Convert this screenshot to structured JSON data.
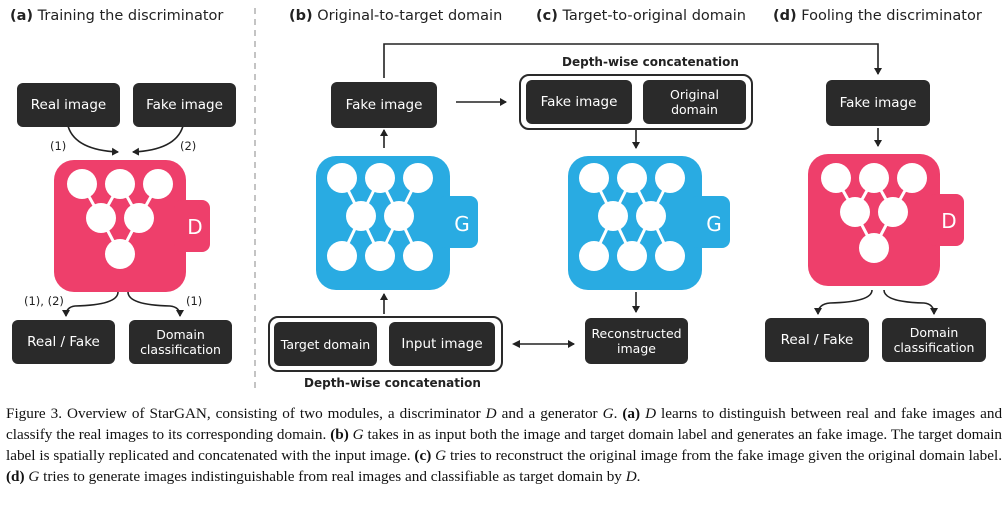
{
  "panels": {
    "a": {
      "letter": "(a)",
      "title": "Training the discriminator"
    },
    "b": {
      "letter": "(b)",
      "title": "Original-to-target domain"
    },
    "c": {
      "letter": "(c)",
      "title": "Target-to-original domain"
    },
    "d": {
      "letter": "(d)",
      "title": "Fooling the discriminator"
    }
  },
  "boxes": {
    "a_real_image": "Real image",
    "a_fake_image": "Fake image",
    "a_real_fake": "Real / Fake",
    "a_domain_classification": "Domain classification",
    "b_fake_image": "Fake image",
    "b_target_domain": "Target domain",
    "b_input_image": "Input image",
    "c_fake_image": "Fake image",
    "c_original_domain": "Original domain",
    "c_reconstructed_image": "Reconstructed image",
    "d_fake_image": "Fake image",
    "d_real_fake": "Real / Fake",
    "d_domain_classification": "Domain classification"
  },
  "labels": {
    "depthwise_top": "Depth-wise concatenation",
    "depthwise_bottom": "Depth-wise concatenation",
    "annot_1": "(1)",
    "annot_2": "(2)",
    "annot_1_2": "(1), (2)",
    "annot_1b": "(1)"
  },
  "networks": {
    "discriminator_label": "D",
    "generator_label": "G"
  },
  "colors": {
    "discriminator": "#ee3f6b",
    "generator": "#29abe2",
    "box": "#2a2a2a",
    "separator": "#b0b0b0"
  },
  "caption": {
    "prefix": "Figure 3. Overview of StarGAN, consisting of two modules, a discriminator",
    "D": "D",
    "and_gen": "and a generator",
    "G": "G",
    "a_label": "(a)",
    "a_text": "learns to distinguish between real and fake images and classify the real images to its corresponding domain.",
    "b_label": "(b)",
    "b_text": "takes in as input both the image and target domain label and generates an fake image. The target domain label is spatially replicated and concatenated with the input image.",
    "c_label": "(c)",
    "c_text": "tries to reconstruct the original image from the fake image given the original domain label.",
    "d_label": "(d)",
    "d_text": "tries to generate images indistinguishable from real images and classifiable as target domain by",
    "end": "."
  }
}
